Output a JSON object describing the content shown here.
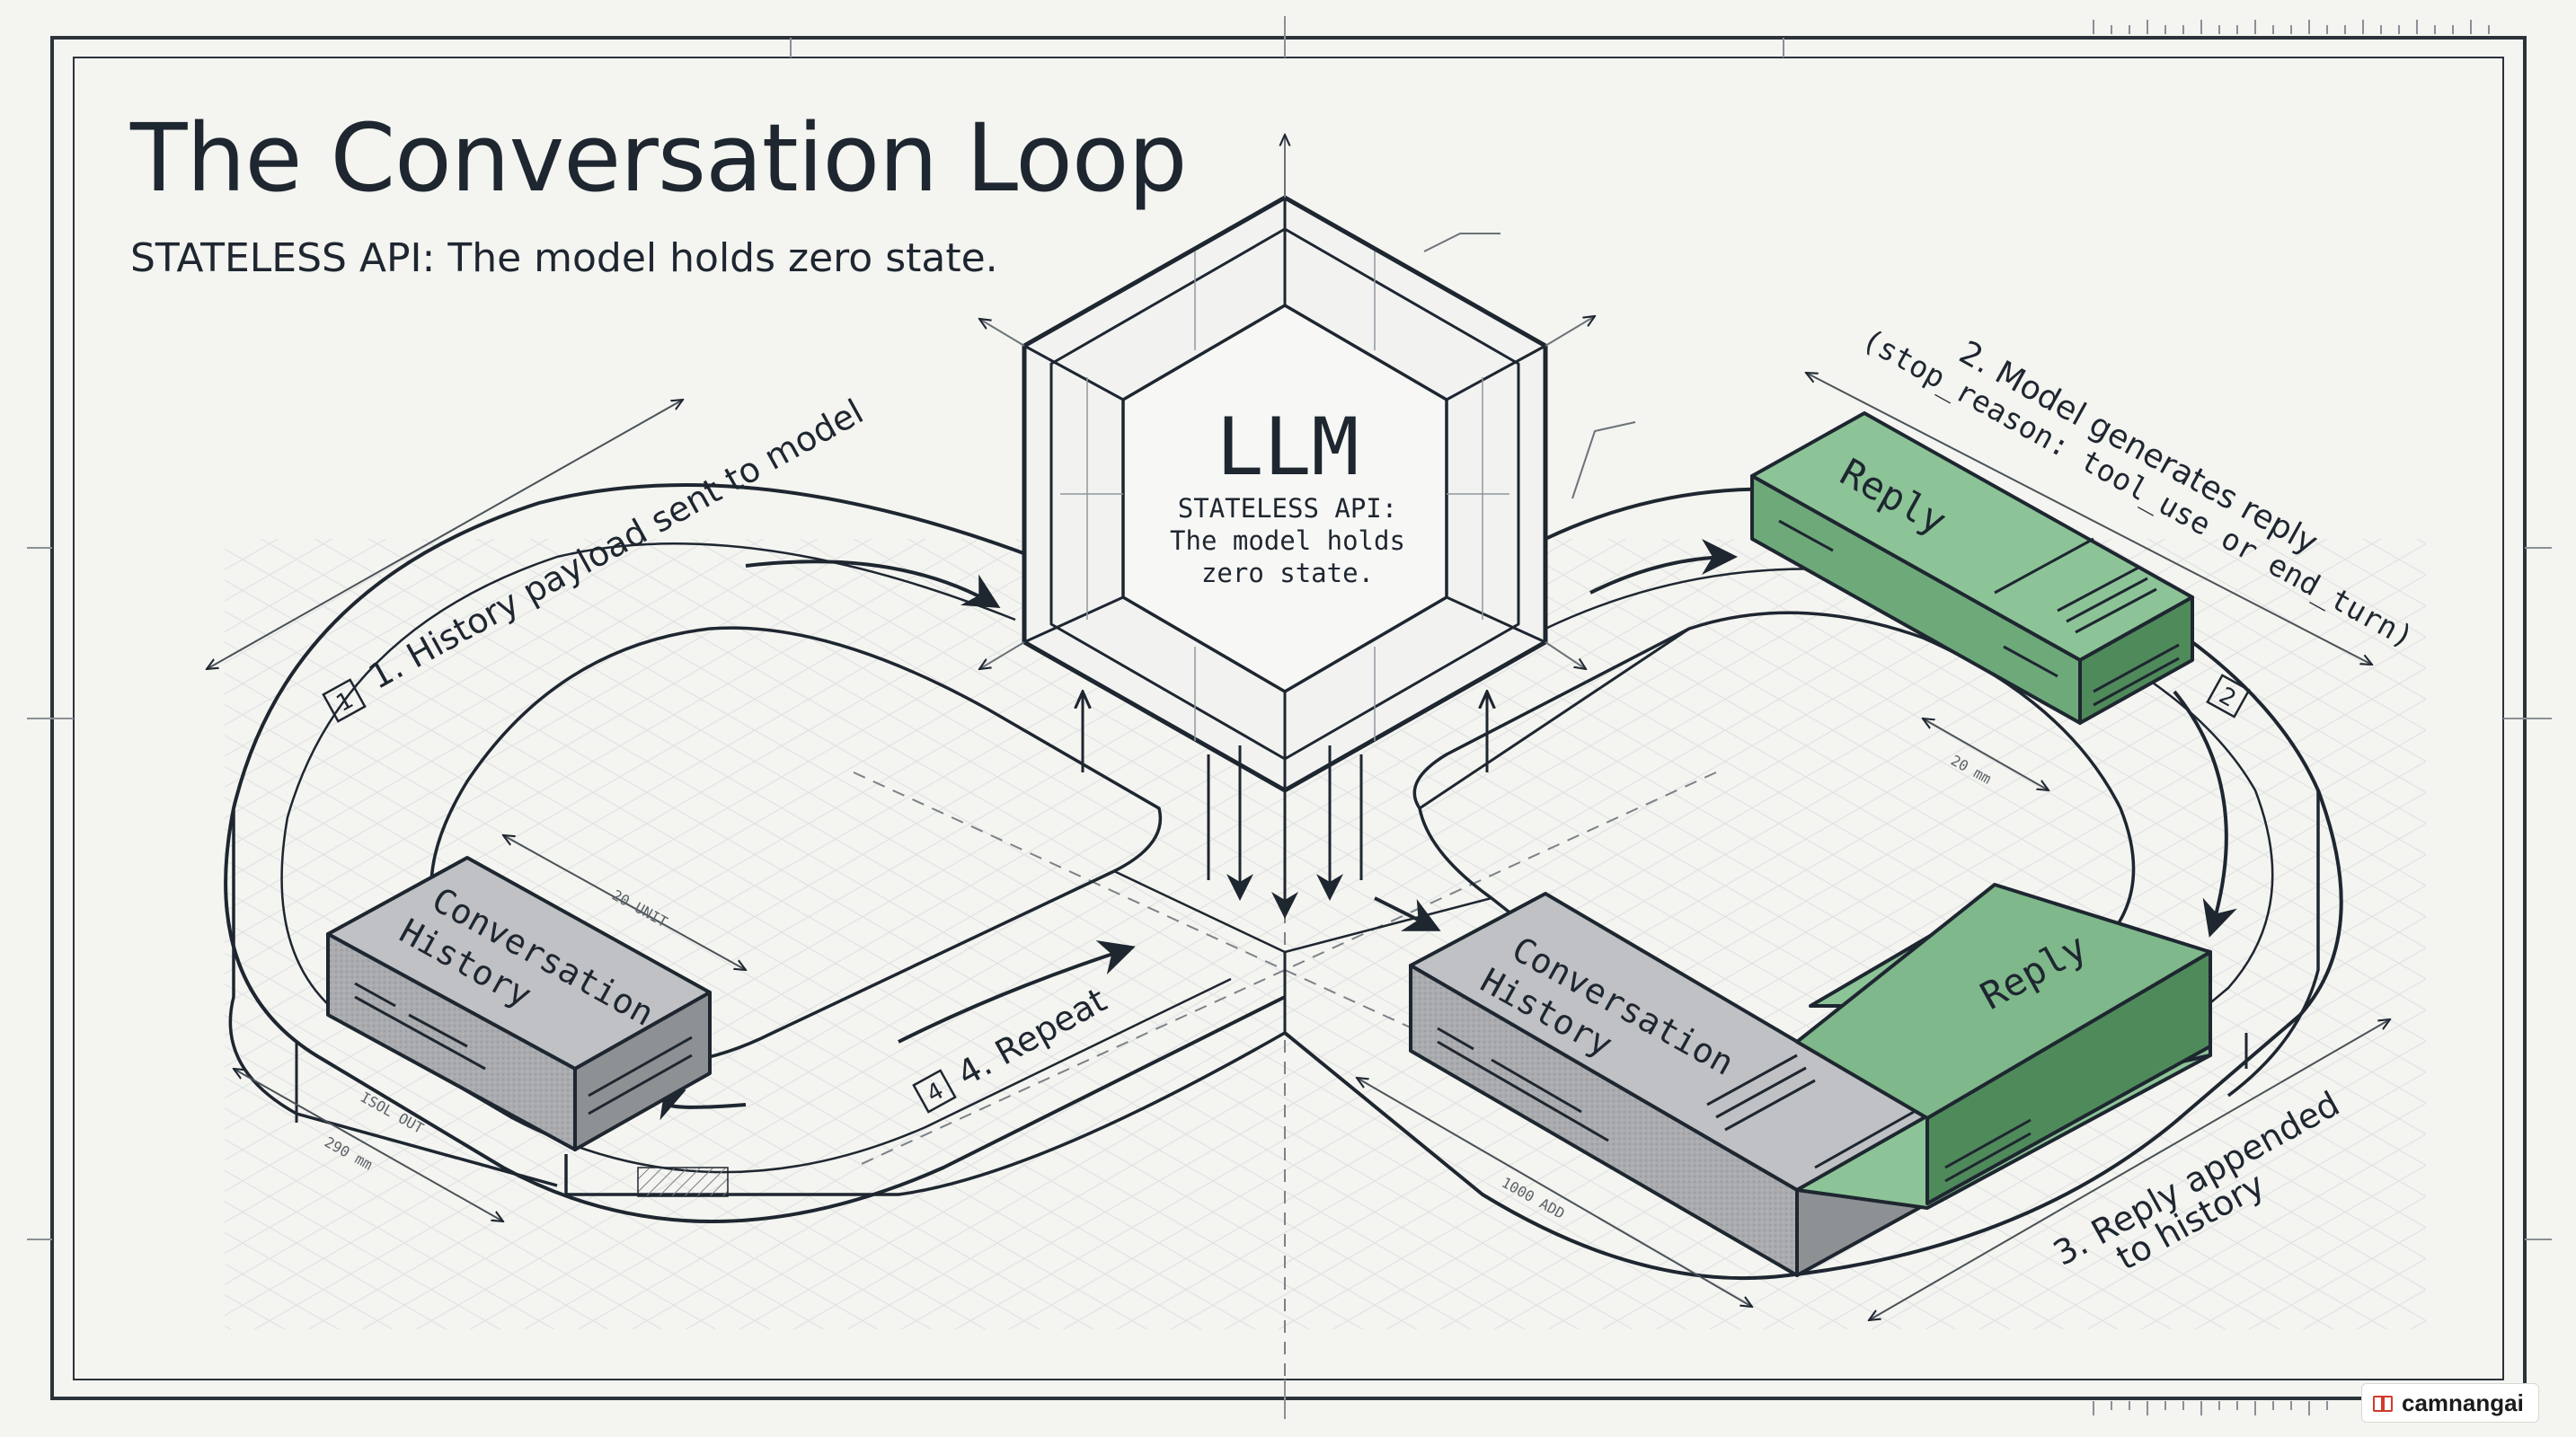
{
  "title": "The Conversation Loop",
  "subtitle": "STATELESS API: The model holds zero state.",
  "llm": {
    "label": "LLM",
    "note_lines": [
      "STATELESS API:",
      "The model holds",
      "zero state."
    ]
  },
  "steps": {
    "step1": {
      "number": "1",
      "label": "1. History payload sent to model"
    },
    "step2": {
      "number": "2",
      "label_line1": "2. Model generates reply",
      "label_line2": "(stop_reason: tool_use or end_turn)"
    },
    "step3": {
      "label_line1": "3. Reply appended",
      "label_line2": "to history"
    },
    "step4": {
      "number": "4",
      "label": "4. Repeat"
    }
  },
  "blocks": {
    "history_left": {
      "line1": "Conversation",
      "line2": "History"
    },
    "reply_top": {
      "label": "Reply"
    },
    "history_bottom": {
      "line1": "Conversation",
      "line2": "History"
    },
    "reply_bottom": {
      "label": "Reply"
    }
  },
  "watermark": {
    "text": "camnangai",
    "icon": "book-icon"
  },
  "colors": {
    "background": "#f4f4f0",
    "ink": "#1e2630",
    "grid": "#d9ddde",
    "gray_block": "#b7b9bc",
    "green_block": "#7fb88a",
    "green_dark": "#4f8a5b"
  }
}
